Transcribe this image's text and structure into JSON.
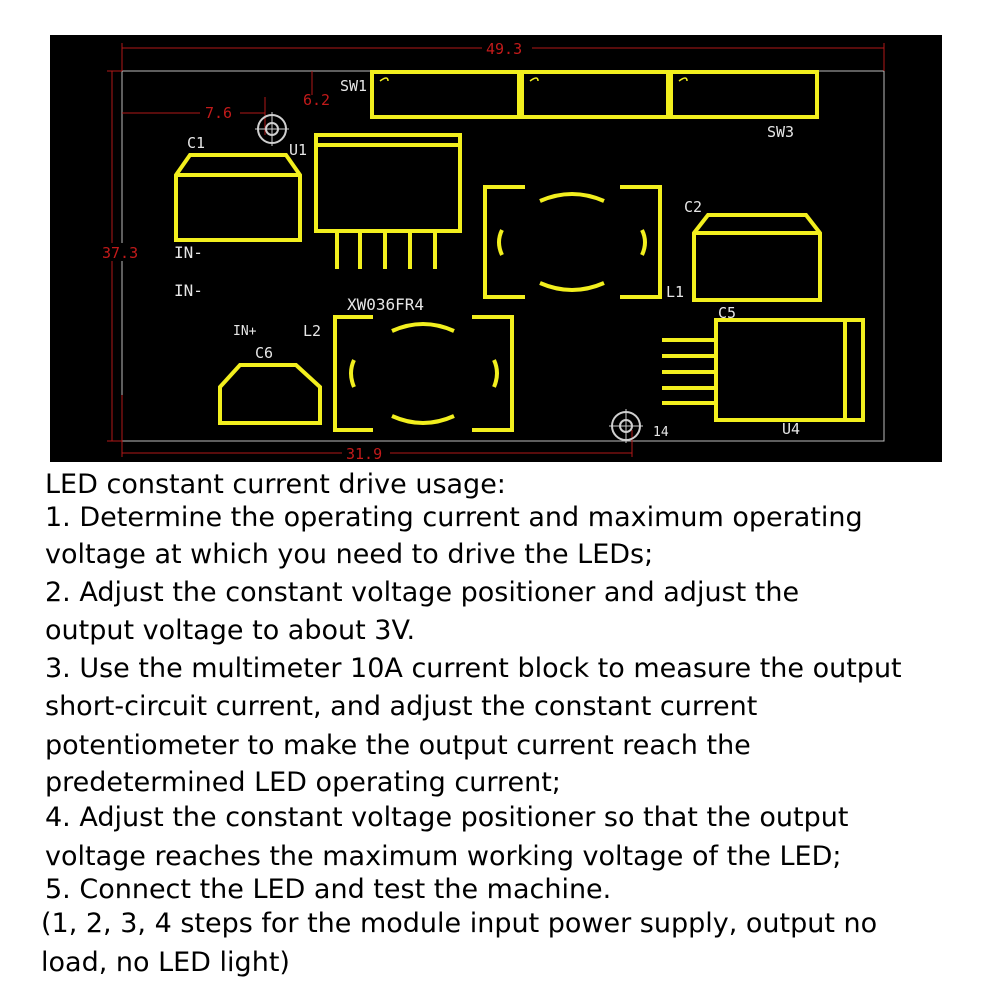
{
  "colors": {
    "board": "#000000",
    "silkscreen": "#f2ef1e",
    "outline": "#cfcfcf",
    "dimension": "#c21a1a",
    "text": "#000000"
  },
  "diagram": {
    "dimensions": {
      "width": "49.3",
      "height": "37.3",
      "left_offset": "7.6",
      "top_offset": "6.2",
      "bottom": "31.9"
    },
    "labels": {
      "sw1": "SW1",
      "sw3": "SW3",
      "c1": "C1",
      "u1": "U1",
      "c2": "C2",
      "l1": "L1",
      "c5": "C5",
      "u4": "U4",
      "l2": "L2",
      "c6": "C6",
      "in_minus_1": "IN-",
      "in_minus_2": "IN-",
      "in_plus": "IN+",
      "part_number": "XW036FR4",
      "hole_label": "14"
    }
  },
  "instructions": {
    "lines": [
      "LED constant current drive usage:",
      "1. Determine the operating current and maximum operating",
      "voltage at which you need to drive the LEDs;",
      "2. Adjust the constant voltage positioner and adjust the",
      "output voltage to about 3V.",
      "3. Use the multimeter 10A current block to measure the output",
      "short-circuit current, and adjust the constant current",
      "potentiometer to make the output current reach the",
      "predetermined LED operating current;",
      "4. Adjust the constant voltage positioner so that the output",
      "voltage reaches the maximum working voltage of the LED;",
      "5. Connect the LED and test the machine.",
      "(1, 2, 3, 4 steps for the module input power supply, output no",
      "load, no LED light)"
    ]
  }
}
